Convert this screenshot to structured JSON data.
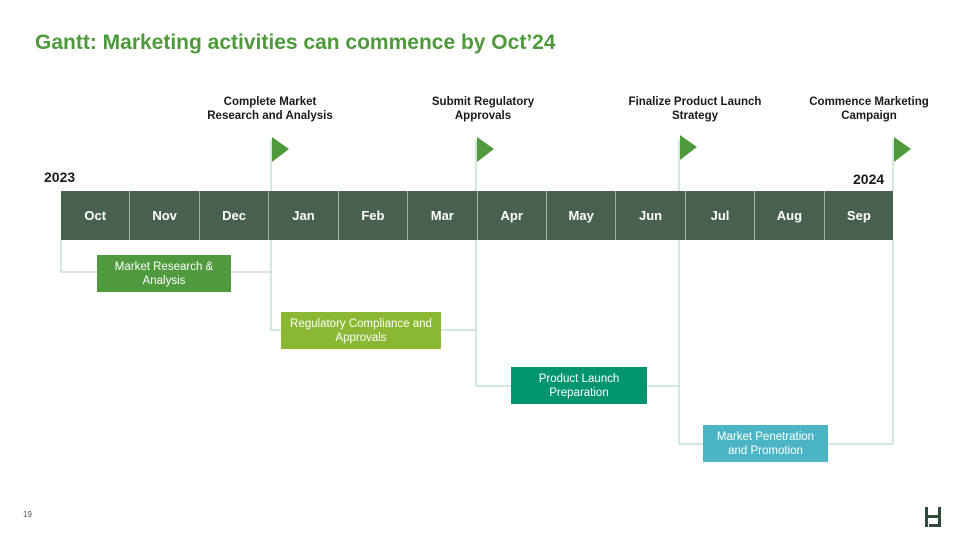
{
  "title": "Gantt: Marketing activities can commence by Oct’24",
  "milestones": [
    {
      "label": "Complete Market Research and Analysis"
    },
    {
      "label": "Submit Regulatory Approvals"
    },
    {
      "label": "Finalize Product Launch Strategy"
    },
    {
      "label": "Commence Marketing Campaign"
    }
  ],
  "years": {
    "start": "2023",
    "end": "2024"
  },
  "months": [
    "Oct",
    "Nov",
    "Dec",
    "Jan",
    "Feb",
    "Mar",
    "Apr",
    "May",
    "Jun",
    "Jul",
    "Aug",
    "Sep"
  ],
  "tasks": [
    {
      "label": "Market Research & Analysis",
      "color": "#4f9a3c"
    },
    {
      "label": "Regulatory Compliance and Approvals",
      "color": "#8ab833"
    },
    {
      "label": "Product Launch Preparation",
      "color": "#00946f"
    },
    {
      "label": "Market Penetration and Promotion",
      "color": "#4bb5c5"
    }
  ],
  "colors": {
    "title": "#4e9a3a",
    "flag": "#4f9a3c",
    "month_bar": "#47604f",
    "connector": "#9fd0b0"
  },
  "page_number": "19"
}
